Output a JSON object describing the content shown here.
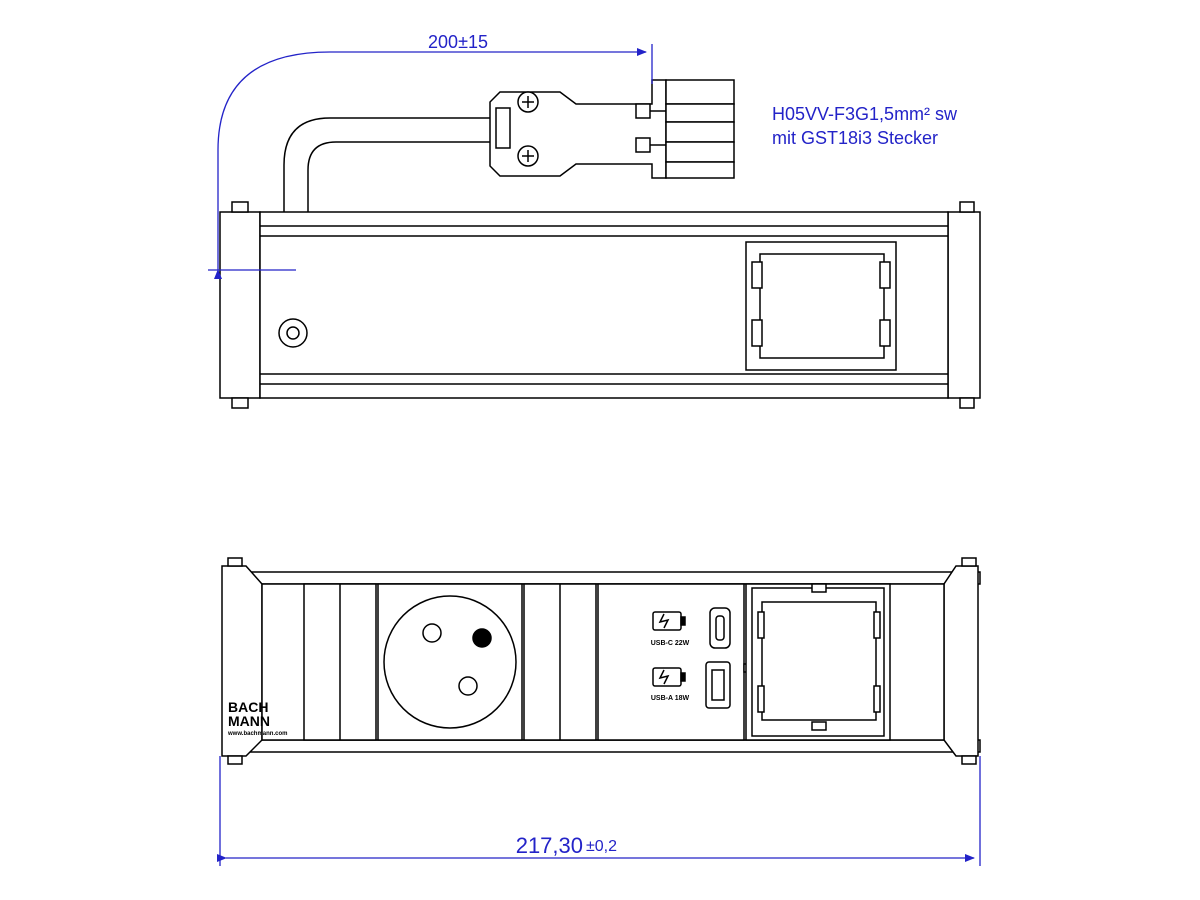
{
  "top_view": {
    "cable_length_dimension": "200±15",
    "cable_spec_line1": "H05VV-F3G1,5mm² sw",
    "cable_spec_line2": "mit GST18i3  Stecker"
  },
  "front_view": {
    "logo_line1": "BACH",
    "logo_line2": "MANN",
    "logo_url": "www.bachmann.com",
    "usb_c_label": "USB-C 22W",
    "usb_a_label": "USB-A 18W",
    "width_dimension_main": "217,30",
    "width_dimension_tolerance": "±0,2"
  },
  "colors": {
    "dimension": "#2323c8",
    "outline": "#000000",
    "fill": "#ffffff"
  }
}
